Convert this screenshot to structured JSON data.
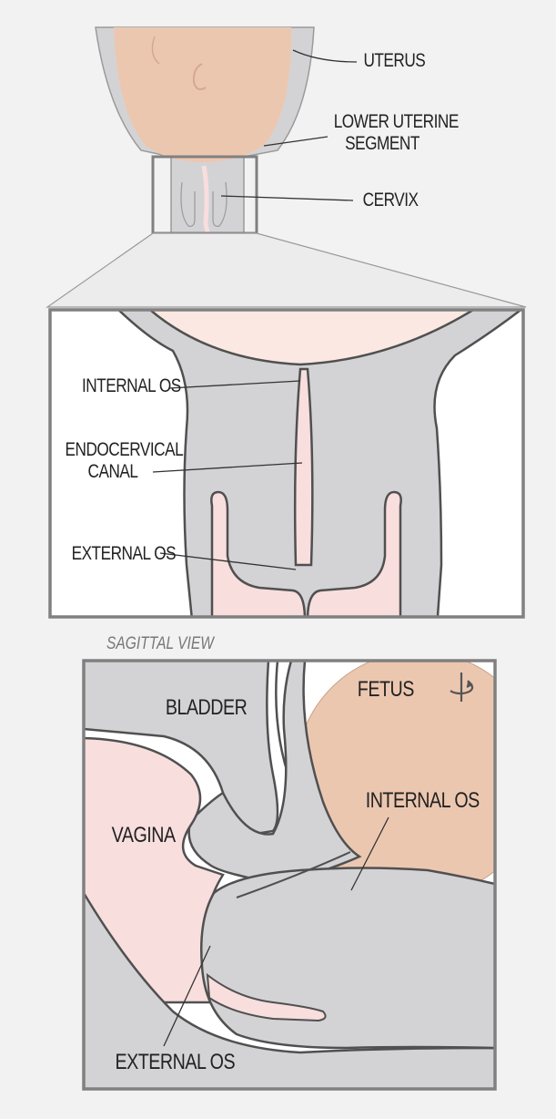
{
  "top": {
    "labels": {
      "uterus": "UTERUS",
      "lower_segment_1": "LOWER UTERINE",
      "lower_segment_2": "SEGMENT",
      "cervix": "CERVIX"
    }
  },
  "zoom": {
    "labels": {
      "internal_os": "INTERNAL OS",
      "endocervical_1": "ENDOCERVICAL",
      "endocervical_2": "CANAL",
      "external_os": "EXTERNAL OS"
    }
  },
  "sagittal": {
    "title": "SAGITTAL VIEW",
    "labels": {
      "fetus": "FETUS",
      "bladder": "BLADDER",
      "vagina": "VAGINA",
      "internal_os": "INTERNAL OS",
      "external_os": "EXTERNAL OS"
    }
  },
  "colors": {
    "tissue": "#d3d3d6",
    "outline": "#505050",
    "fetus": "#ecc7b0",
    "canal": "#f9dede",
    "background": "#f2f2f2",
    "frame": "#808080"
  },
  "icons": [
    "rotate-view-icon"
  ]
}
